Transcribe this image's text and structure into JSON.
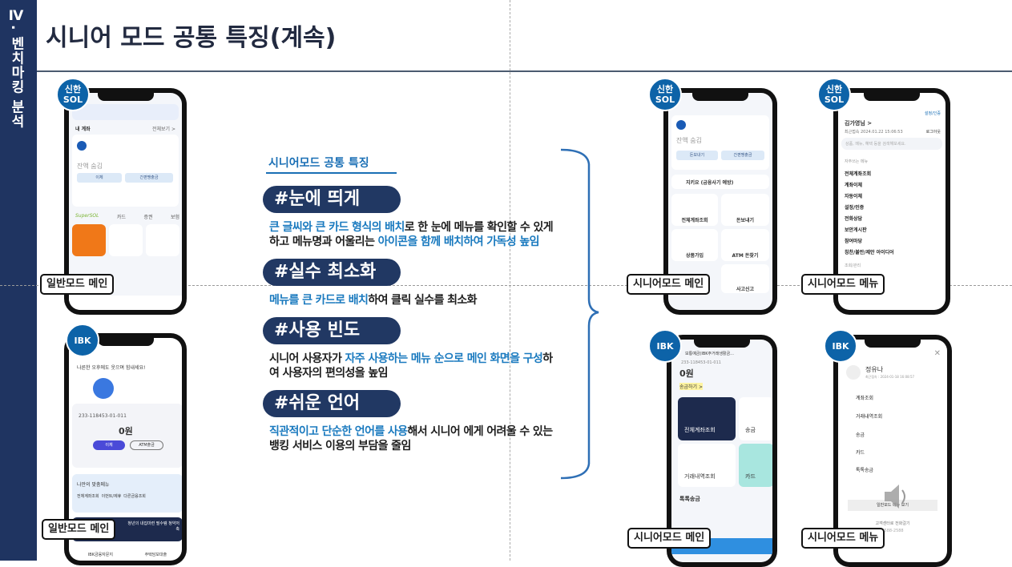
{
  "sidebar": {
    "section": "Ⅳ. 벤치마킹 분석"
  },
  "title": "시니어 모드 공통 특징(계속)",
  "center": {
    "heading": "시니어모드 공통 특징",
    "features": [
      {
        "tag": "#눈에 띄게",
        "parts": [
          {
            "t": "큰 글씨와 큰 카드 형식의 배치",
            "hl": true
          },
          {
            "t": "로 한 눈에 메뉴를 확인할 수 있게 하고 메뉴명과 어울리는 ",
            "hl": false
          },
          {
            "t": "아이콘을 함께 배치하여 가독성 높임",
            "hl": true
          }
        ]
      },
      {
        "tag": "#실수 최소화",
        "parts": [
          {
            "t": "메뉴를 큰 카드로 배치",
            "hl": true
          },
          {
            "t": "하여 클릭 실수를 최소화",
            "hl": false
          }
        ]
      },
      {
        "tag": "#사용 빈도",
        "parts": [
          {
            "t": "시니어 사용자가 ",
            "hl": false
          },
          {
            "t": "자주 사용하는 메뉴 순으로 메인 화면을 구성",
            "hl": true
          },
          {
            "t": "하여 사용자의 편의성을  높임",
            "hl": false
          }
        ]
      },
      {
        "tag": "#쉬운 언어",
        "parts": [
          {
            "t": "직관적이고 단순한 언어를 사용",
            "hl": true
          },
          {
            "t": "해서 시니어 에게 어려울 수 있는 뱅킹 서비스 이용의 부담을 줄임",
            "hl": false
          }
        ]
      }
    ]
  },
  "colors": {
    "navy": "#1f3461",
    "pill": "#213863",
    "accent": "#1a7abf",
    "badge": "#0d63a8"
  },
  "badges": {
    "sol": "신한\nSOL",
    "ibk": "IBK"
  },
  "labels": {
    "normal_main": "일반모드 메인",
    "senior_main": "시니어모드 메인",
    "senior_menu": "시니어모드 메뉴"
  },
  "sol_normal": {
    "my_account": "내 계좌",
    "view_all": "전체보기 >",
    "balance_hidden": "잔액 숨김",
    "btn1": "이체",
    "btn2": "간편땡출금",
    "tabs": [
      "SuperSOL",
      "카드",
      "증권",
      "보험"
    ]
  },
  "ibk_normal": {
    "greeting": "나른한 오후에도 웃으며 힘내세요!",
    "account_no": "233-118453-01-011",
    "balance": "0원",
    "btn1": "이체",
    "btn2": "ATM출금",
    "my_menu": "나만의 맞춤메뉴",
    "chips": [
      "전체계좌조회",
      "이번트/제휴",
      "다른금융조회"
    ],
    "banner": "청년의 내집마련 필수템 청약저축",
    "bottom": [
      "IBK금융자문지",
      "주택담보대출"
    ]
  },
  "sol_senior": {
    "balance_hidden": "잔액 숨김",
    "btn1": "돈보내기",
    "btn2": "간편땡출금",
    "guard": "지키요 (금융사기 예방)",
    "menu": [
      "전체계좌조회",
      "돈보내기",
      "상품가입",
      "ATM 돈찾기",
      "사고신고"
    ]
  },
  "sol_menu": {
    "user": "김가영님 >",
    "last_login": "최근접속 2024.01.22 15:06:53",
    "logout": "로그아웃",
    "settings": "설정/인증",
    "search_placeholder": "상품, 메뉴, 혜택 등을 검색해보세요.",
    "section": "자주쓰는 메뉴",
    "items": [
      "전체계좌조회",
      "계좌이체",
      "자동이체",
      "설정/인증",
      "전화상담",
      "보안게시판",
      "참여마당",
      "칭찬/불만/제안 아이디어"
    ],
    "section2": "조회/관리"
  },
  "ibk_senior": {
    "account": "보통예금(IBK주거래생활금...",
    "account_no": "233-118453-01-011",
    "balance": "0원",
    "transfer": "송금하기 >",
    "cards": [
      "전체계좌조회",
      "송금",
      "거래내역조회",
      "카드"
    ],
    "quick": "톡톡송금"
  },
  "ibk_menu": {
    "user": "정유나",
    "last_login": "최근접속 : 2024-01-18 16:08:57",
    "items": [
      "계좌조회",
      "거래내역조회",
      "송금",
      "카드",
      "톡톡송금"
    ],
    "normal_btn": "일반모드 메뉴 보기",
    "call": "고객센터로 전화걸기",
    "phone": "1588-2588"
  }
}
